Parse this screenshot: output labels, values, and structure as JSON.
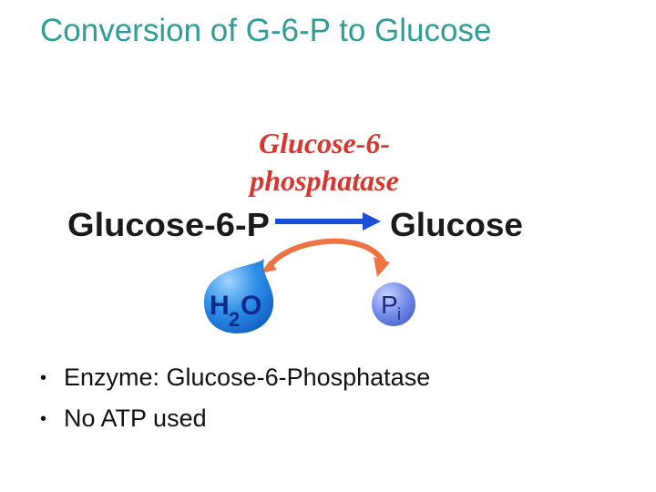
{
  "title": "Conversion of G-6-P to Glucose",
  "diagram": {
    "enzyme_line1": "Glucose-6-",
    "enzyme_line2": "phosphatase",
    "substrate": "Glucose-6-P",
    "product": "Glucose",
    "water": {
      "h": "H",
      "sub": "2",
      "o": "O"
    },
    "phosphate": {
      "p": "P",
      "sub": "i"
    },
    "colors": {
      "enzyme_text": "#d9352e",
      "main_arrow": "#1a4fd8",
      "curved_arrow": "#ee7242",
      "water_drop": "#2f8fe8",
      "water_text": "#0d2a8a",
      "phosphate_circle": "#6d86e8",
      "phosphate_text": "#1a2a7a"
    }
  },
  "bullets": [
    {
      "marker": "•",
      "text": "Enzyme:  Glucose-6-Phosphatase"
    },
    {
      "marker": "•",
      "text": "No ATP used"
    }
  ]
}
